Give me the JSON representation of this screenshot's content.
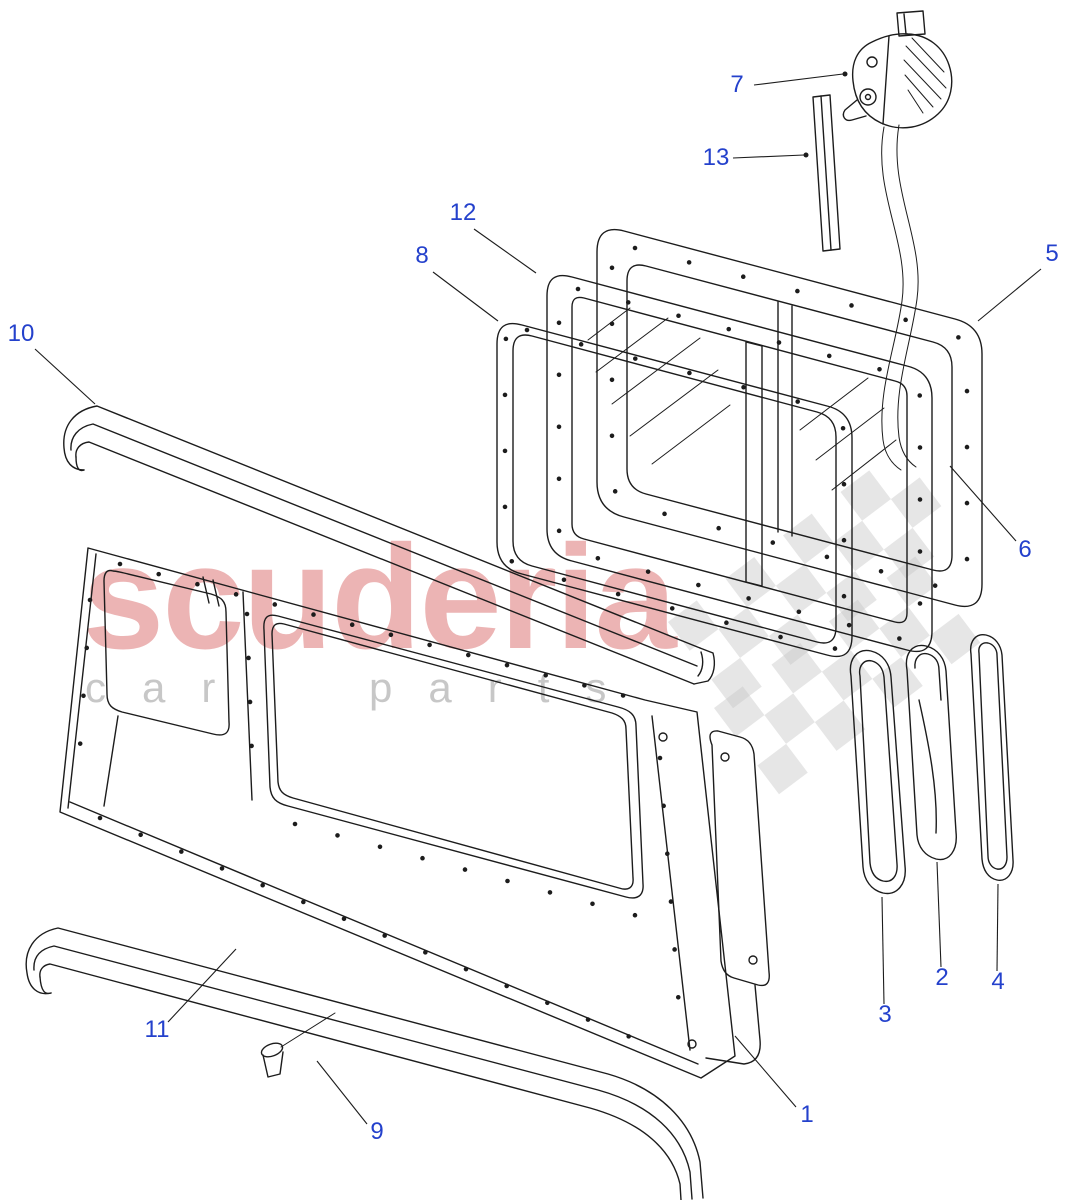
{
  "watermark": {
    "brand": "scuderia",
    "subtitle": "car parts",
    "brand_color": "#d34f4f",
    "subtitle_color": "#9a9a9a",
    "flag_color": "#c8c8c8"
  },
  "colors": {
    "callout": "#2441cc",
    "line": "#1c1c1c"
  },
  "callouts": {
    "c1": "1",
    "c2": "2",
    "c3": "3",
    "c4": "4",
    "c5": "5",
    "c6": "6",
    "c7": "7",
    "c8": "8",
    "c9": "9",
    "c10": "10",
    "c11": "11",
    "c12": "12",
    "c13": "13"
  }
}
